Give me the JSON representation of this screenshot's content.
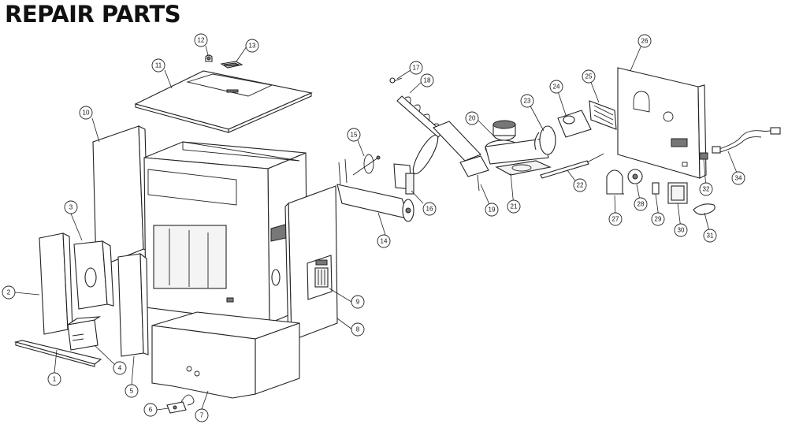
{
  "title": "REPAIR PARTS",
  "callouts": [
    {
      "id": "callout-1",
      "label": "1"
    },
    {
      "id": "callout-2",
      "label": "2"
    },
    {
      "id": "callout-3",
      "label": "3"
    },
    {
      "id": "callout-4",
      "label": "4"
    },
    {
      "id": "callout-5",
      "label": "5"
    },
    {
      "id": "callout-6",
      "label": "6"
    },
    {
      "id": "callout-7",
      "label": "7"
    },
    {
      "id": "callout-8",
      "label": "8"
    },
    {
      "id": "callout-9",
      "label": "9"
    },
    {
      "id": "callout-10",
      "label": "10"
    },
    {
      "id": "callout-11",
      "label": "11"
    },
    {
      "id": "callout-12",
      "label": "12"
    },
    {
      "id": "callout-13",
      "label": "13"
    },
    {
      "id": "callout-14",
      "label": "14"
    },
    {
      "id": "callout-15",
      "label": "15"
    },
    {
      "id": "callout-16",
      "label": "16"
    },
    {
      "id": "callout-17",
      "label": "17"
    },
    {
      "id": "callout-18",
      "label": "18"
    },
    {
      "id": "callout-19",
      "label": "19"
    },
    {
      "id": "callout-20",
      "label": "20"
    },
    {
      "id": "callout-21",
      "label": "21"
    },
    {
      "id": "callout-22",
      "label": "22"
    },
    {
      "id": "callout-23",
      "label": "23"
    },
    {
      "id": "callout-24",
      "label": "24"
    },
    {
      "id": "callout-25",
      "label": "25"
    },
    {
      "id": "callout-26",
      "label": "26"
    },
    {
      "id": "callout-27",
      "label": "27"
    },
    {
      "id": "callout-28",
      "label": "28"
    },
    {
      "id": "callout-29",
      "label": "29"
    },
    {
      "id": "callout-30",
      "label": "30"
    },
    {
      "id": "callout-31",
      "label": "31"
    },
    {
      "id": "callout-32",
      "label": "32"
    },
    {
      "id": "callout-34",
      "label": "34"
    }
  ]
}
